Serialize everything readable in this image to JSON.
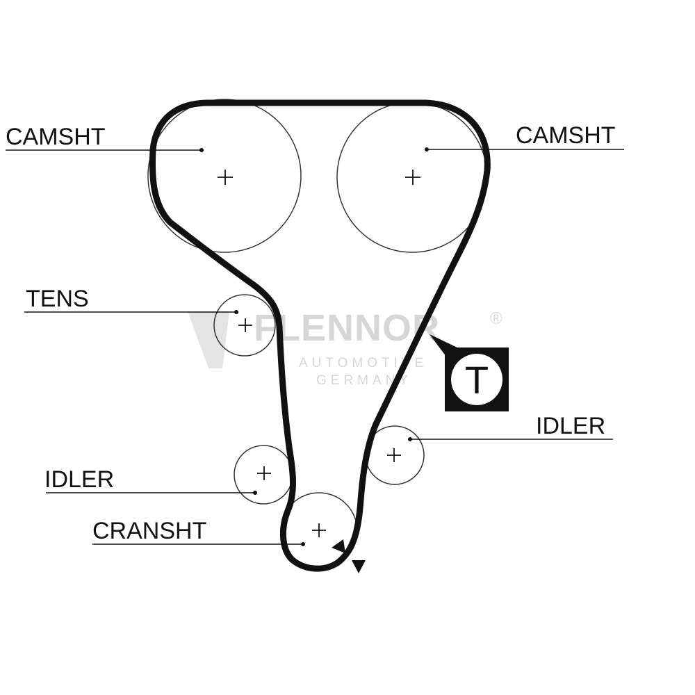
{
  "labels": {
    "camshaft_left": "CAMSHT",
    "camshaft_right": "CAMSHT",
    "tensioner": "TENS",
    "idler_left": "IDLER",
    "idler_right": "IDLER",
    "crankshaft": "CRANSHT"
  },
  "watermark": {
    "brand": "FLENNOR",
    "registered": "®",
    "line1": "AUTOMOTIVE",
    "line2": "GERMANY"
  },
  "tool_badge": {
    "letter": "T"
  },
  "colors": {
    "belt": "#111111",
    "pulley_outline": "#333333",
    "watermark": "#d6d6d6"
  }
}
